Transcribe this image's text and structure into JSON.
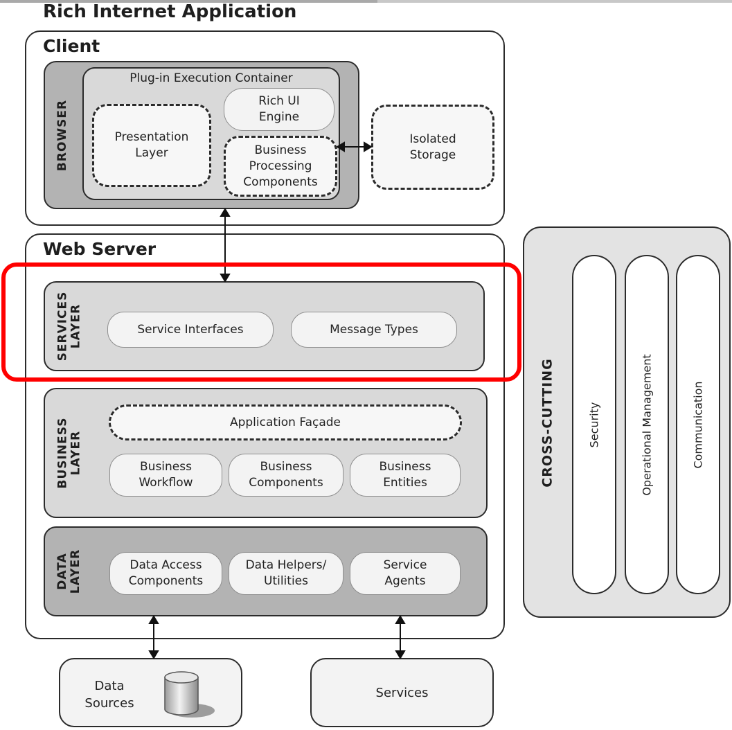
{
  "title": "Rich Internet Application",
  "client": {
    "heading": "Client",
    "browser_label": "BROWSER",
    "plugin_container": "Plug-in Execution Container",
    "presentation_layer": "Presentation\nLayer",
    "rich_ui_engine": "Rich UI\nEngine",
    "business_processing": "Business\nProcessing\nComponents",
    "isolated_storage": "Isolated\nStorage"
  },
  "web_server": {
    "heading": "Web Server",
    "services_layer": {
      "label": "SERVICES\nLAYER",
      "items": [
        "Service Interfaces",
        "Message Types"
      ]
    },
    "business_layer": {
      "label": "BUSINESS\nLAYER",
      "facade": "Application Façade",
      "items": [
        "Business\nWorkflow",
        "Business\nComponents",
        "Business\nEntities"
      ]
    },
    "data_layer": {
      "label": "DATA\nLAYER",
      "items": [
        "Data Access\nComponents",
        "Data Helpers/\nUtilities",
        "Service\nAgents"
      ]
    }
  },
  "cross_cutting": {
    "label": "CROSS-CUTTING",
    "items": [
      "Security",
      "Operational Management",
      "Communication"
    ]
  },
  "external": {
    "data_sources": "Data\nSources",
    "services": "Services"
  },
  "colors": {
    "highlight": "#ff0000",
    "layer_mid": "#d9d9d9",
    "layer_dark": "#b3b3b3"
  }
}
